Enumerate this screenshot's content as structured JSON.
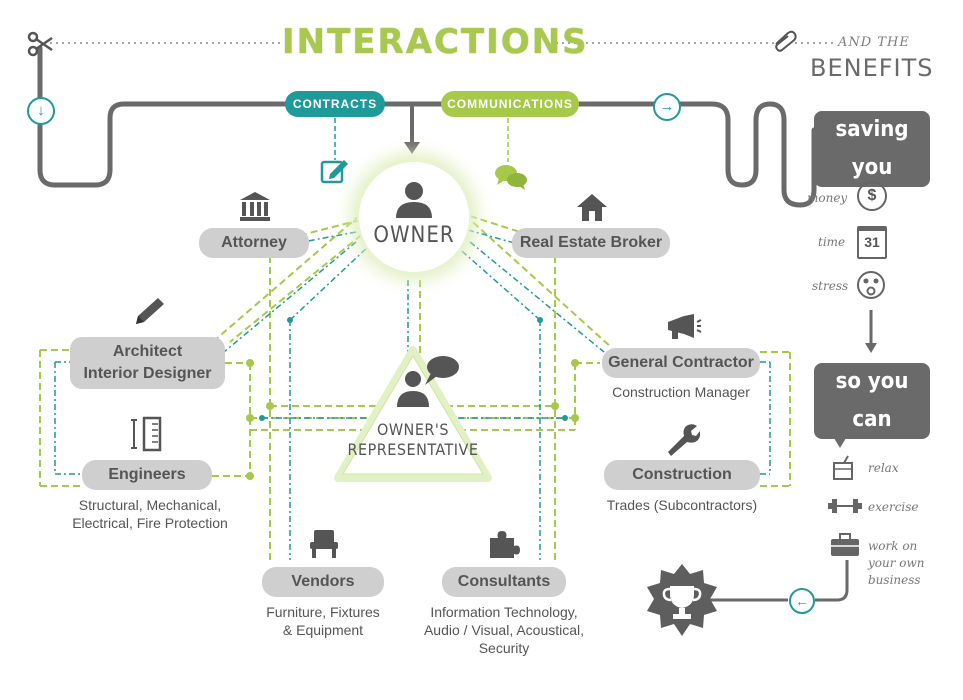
{
  "header": {
    "title": "INTERACTIONS",
    "and_the": "AND THE",
    "benefits": "BENEFITS"
  },
  "flow": {
    "contracts": "CONTRACTS",
    "communications": "COMMUNICATIONS"
  },
  "center": {
    "owner": "OWNER",
    "rep_line1": "OWNER'S",
    "rep_line2": "REPRESENTATIVE"
  },
  "parties": {
    "attorney": "Attorney",
    "broker": "Real Estate Broker",
    "architect_line1": "Architect",
    "architect_line2": "Interior Designer",
    "engineers": "Engineers",
    "engineers_sub1": "Structural, Mechanical,",
    "engineers_sub2": "Electrical, Fire Protection",
    "gc": "General Contractor",
    "gc_sub": "Construction Manager",
    "construction": "Construction",
    "construction_sub": "Trades (Subcontractors)",
    "vendors": "Vendors",
    "vendors_sub1": "Furniture, Fixtures",
    "vendors_sub2": "& Equipment",
    "consultants": "Consultants",
    "consultants_sub1": "Information Technology,",
    "consultants_sub2": "Audio / Visual, Acoustical,",
    "consultants_sub3": "Security"
  },
  "benefits_panel": {
    "saving_you": "saving you",
    "money": "money",
    "time": "time",
    "stress": "stress",
    "so_you_can": "so you can",
    "relax": "relax",
    "exercise": "exercise",
    "work_line1": "work on",
    "work_line2": "your own",
    "work_line3": "business",
    "calendar_day": "31"
  },
  "colors": {
    "teal": "#1f9a9a",
    "green": "#a6c94a",
    "grey_line": "#6a6a6a",
    "pill_grey": "#cfcfcf"
  }
}
